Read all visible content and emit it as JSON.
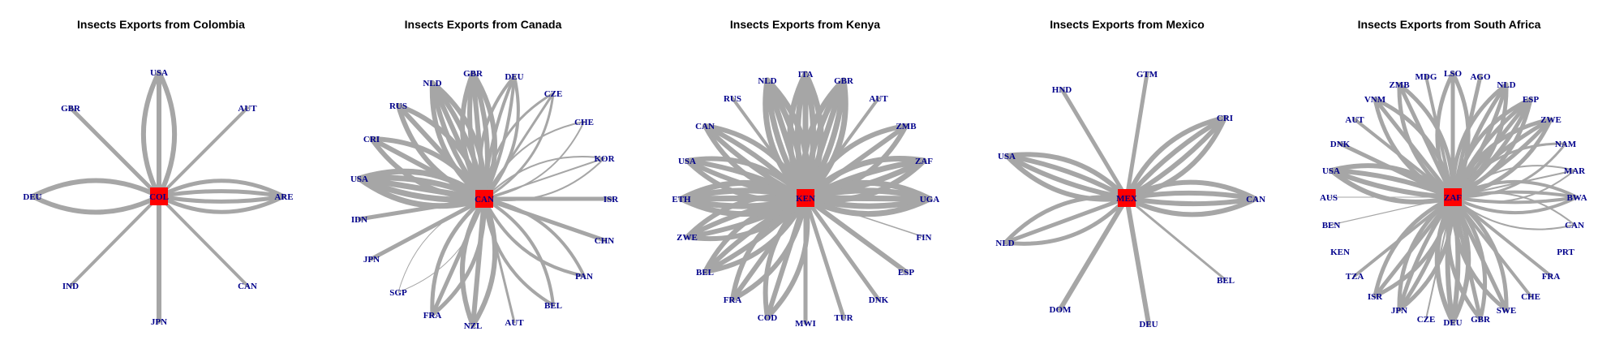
{
  "colors": {
    "edge": "#a6a6a6",
    "center_node": "#ff0000",
    "node_label": "#00008b"
  },
  "panels": [
    {
      "title": "Insects Exports from Colombia",
      "center": "COL",
      "nodes": [
        "USA",
        "AUT",
        "ARE",
        "CAN",
        "JPN",
        "IND",
        "DEU",
        "GBR"
      ],
      "edges": [
        {
          "to": "USA",
          "n": 3,
          "w": 6
        },
        {
          "to": "AUT",
          "n": 1,
          "w": 4
        },
        {
          "to": "ARE",
          "n": 4,
          "w": 5
        },
        {
          "to": "CAN",
          "n": 1,
          "w": 4
        },
        {
          "to": "JPN",
          "n": 1,
          "w": 6
        },
        {
          "to": "IND",
          "n": 1,
          "w": 4
        },
        {
          "to": "DEU",
          "n": 2,
          "w": 6
        },
        {
          "to": "GBR",
          "n": 1,
          "w": 5
        }
      ]
    },
    {
      "title": "Insects Exports from Canada",
      "center": "CAN",
      "nodes": [
        "GBR",
        "DEU",
        "CZE",
        "CHE",
        "KOR",
        "ISR",
        "CHN",
        "PAN",
        "BEL",
        "AUT",
        "NZL",
        "FRA",
        "SGP",
        "JPN",
        "IDN",
        "USA",
        "CRI",
        "RUS",
        "NLD"
      ],
      "edges": [
        {
          "to": "GBR",
          "n": 5,
          "w": 6
        },
        {
          "to": "DEU",
          "n": 4,
          "w": 4
        },
        {
          "to": "CZE",
          "n": 3,
          "w": 3
        },
        {
          "to": "CHE",
          "n": 2,
          "w": 2
        },
        {
          "to": "KOR",
          "n": 3,
          "w": 2
        },
        {
          "to": "ISR",
          "n": 1,
          "w": 5
        },
        {
          "to": "CHN",
          "n": 1,
          "w": 5
        },
        {
          "to": "PAN",
          "n": 2,
          "w": 4
        },
        {
          "to": "BEL",
          "n": 2,
          "w": 4
        },
        {
          "to": "AUT",
          "n": 1,
          "w": 3
        },
        {
          "to": "NZL",
          "n": 3,
          "w": 6
        },
        {
          "to": "FRA",
          "n": 3,
          "w": 5
        },
        {
          "to": "SGP",
          "n": 2,
          "w": 1
        },
        {
          "to": "JPN",
          "n": 1,
          "w": 5
        },
        {
          "to": "IDN",
          "n": 1,
          "w": 5
        },
        {
          "to": "USA",
          "n": 5,
          "w": 7
        },
        {
          "to": "CRI",
          "n": 3,
          "w": 6
        },
        {
          "to": "RUS",
          "n": 3,
          "w": 6
        },
        {
          "to": "NLD",
          "n": 5,
          "w": 6
        }
      ]
    },
    {
      "title": "Insects Exports from Kenya",
      "center": "KEN",
      "nodes": [
        "ITA",
        "GBR",
        "AUT",
        "ZMB",
        "ZAF",
        "UGA",
        "FIN",
        "ESP",
        "DNK",
        "TUR",
        "MWI",
        "COD",
        "FRA",
        "BEL",
        "ZWE",
        "ETH",
        "USA",
        "CAN",
        "RUS",
        "NLD"
      ],
      "edges": [
        {
          "to": "ITA",
          "n": 5,
          "w": 7
        },
        {
          "to": "GBR",
          "n": 5,
          "w": 7
        },
        {
          "to": "AUT",
          "n": 1,
          "w": 4
        },
        {
          "to": "ZMB",
          "n": 3,
          "w": 6
        },
        {
          "to": "ZAF",
          "n": 4,
          "w": 7
        },
        {
          "to": "UGA",
          "n": 5,
          "w": 7
        },
        {
          "to": "FIN",
          "n": 1,
          "w": 1.5
        },
        {
          "to": "ESP",
          "n": 1,
          "w": 6
        },
        {
          "to": "DNK",
          "n": 1,
          "w": 5
        },
        {
          "to": "TUR",
          "n": 1,
          "w": 5
        },
        {
          "to": "MWI",
          "n": 1,
          "w": 5
        },
        {
          "to": "COD",
          "n": 3,
          "w": 6
        },
        {
          "to": "FRA",
          "n": 3,
          "w": 6
        },
        {
          "to": "BEL",
          "n": 4,
          "w": 6
        },
        {
          "to": "ZWE",
          "n": 4,
          "w": 6
        },
        {
          "to": "ETH",
          "n": 5,
          "w": 7
        },
        {
          "to": "USA",
          "n": 4,
          "w": 6
        },
        {
          "to": "CAN",
          "n": 4,
          "w": 6
        },
        {
          "to": "RUS",
          "n": 1,
          "w": 4
        },
        {
          "to": "NLD",
          "n": 5,
          "w": 7
        }
      ]
    },
    {
      "title": "Insects Exports from Mexico",
      "center": "MEX",
      "nodes": [
        "GTM",
        "CRI",
        "CAN",
        "BEL",
        "DEU",
        "DOM",
        "NLD",
        "USA",
        "HND"
      ],
      "edges": [
        {
          "to": "GTM",
          "n": 1,
          "w": 5
        },
        {
          "to": "CRI",
          "n": 4,
          "w": 6
        },
        {
          "to": "CAN",
          "n": 4,
          "w": 6
        },
        {
          "to": "BEL",
          "n": 1,
          "w": 3
        },
        {
          "to": "DEU",
          "n": 1,
          "w": 6
        },
        {
          "to": "DOM",
          "n": 1,
          "w": 6
        },
        {
          "to": "NLD",
          "n": 3,
          "w": 5
        },
        {
          "to": "USA",
          "n": 4,
          "w": 6
        },
        {
          "to": "HND",
          "n": 1,
          "w": 5
        }
      ]
    },
    {
      "title": "Insects Exports from South Africa",
      "center": "ZAF",
      "nodes": [
        "LSO",
        "AGO",
        "NLD",
        "ESP",
        "ZWE",
        "NAM",
        "MAR",
        "BWA",
        "CAN",
        "PRT",
        "FRA",
        "CHE",
        "SWE",
        "GBR",
        "DEU",
        "CZE",
        "JPN",
        "ISR",
        "TZA",
        "KEN",
        "BEN",
        "AUS",
        "USA",
        "DNK",
        "AUT",
        "VNM",
        "ZMB",
        "MDG"
      ],
      "edges": [
        {
          "to": "LSO",
          "n": 3,
          "w": 5
        },
        {
          "to": "AGO",
          "n": 1,
          "w": 5
        },
        {
          "to": "NLD",
          "n": 4,
          "w": 5
        },
        {
          "to": "ESP",
          "n": 5,
          "w": 5
        },
        {
          "to": "ZWE",
          "n": 4,
          "w": 5
        },
        {
          "to": "NAM",
          "n": 2,
          "w": 3
        },
        {
          "to": "MAR",
          "n": 3,
          "w": 2
        },
        {
          "to": "BWA",
          "n": 4,
          "w": 4
        },
        {
          "to": "CAN",
          "n": 2,
          "w": 2
        },
        {
          "to": "FRA",
          "n": 1,
          "w": 4
        },
        {
          "to": "CHE",
          "n": 1,
          "w": 4
        },
        {
          "to": "SWE",
          "n": 3,
          "w": 5
        },
        {
          "to": "GBR",
          "n": 3,
          "w": 5
        },
        {
          "to": "DEU",
          "n": 4,
          "w": 6
        },
        {
          "to": "CZE",
          "n": 1,
          "w": 2
        },
        {
          "to": "JPN",
          "n": 4,
          "w": 5
        },
        {
          "to": "ISR",
          "n": 3,
          "w": 5
        },
        {
          "to": "TZA",
          "n": 1,
          "w": 4
        },
        {
          "to": "BEN",
          "n": 1,
          "w": 1.2
        },
        {
          "to": "AUS",
          "n": 1,
          "w": 1
        },
        {
          "to": "USA",
          "n": 4,
          "w": 6
        },
        {
          "to": "DNK",
          "n": 1,
          "w": 5
        },
        {
          "to": "AUT",
          "n": 1,
          "w": 4
        },
        {
          "to": "VNM",
          "n": 3,
          "w": 5
        },
        {
          "to": "ZMB",
          "n": 3,
          "w": 5
        },
        {
          "to": "MDG",
          "n": 1,
          "w": 4
        }
      ]
    }
  ]
}
